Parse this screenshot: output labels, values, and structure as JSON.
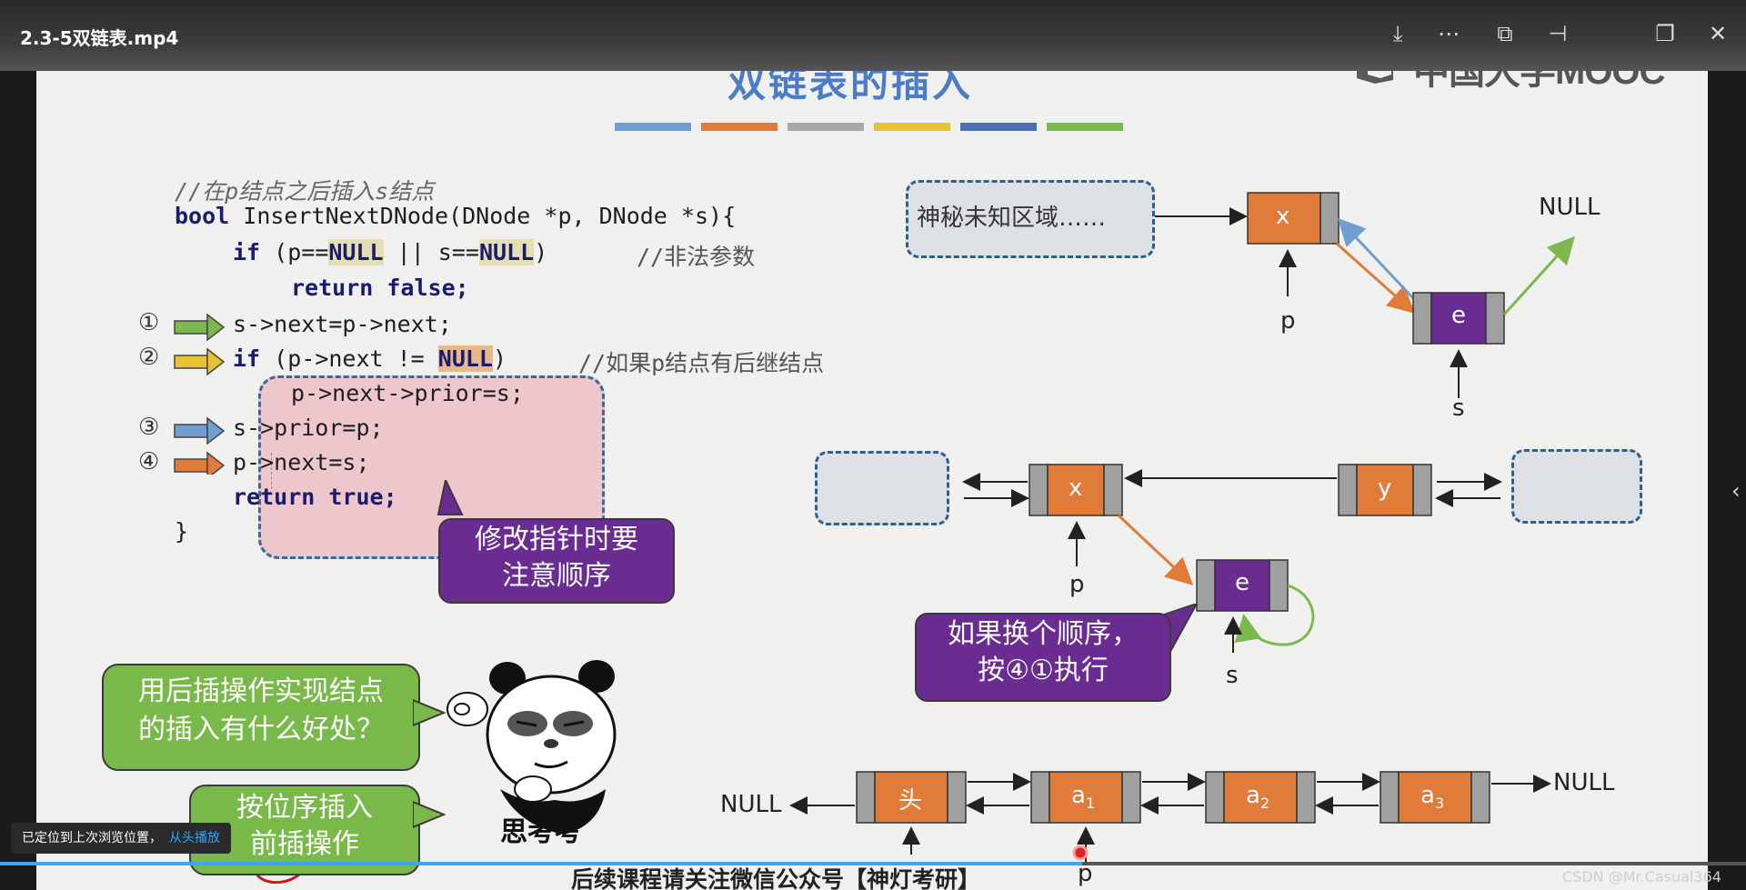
{
  "player": {
    "video_title": "2.3-5双链表.mp4",
    "controls": [
      "download-icon",
      "more-icon",
      "picture-in-picture-icon",
      "pin-icon",
      "restore-icon",
      "close-icon"
    ],
    "right_arrow": "‹",
    "toast_text": "已定位到上次浏览位置，",
    "toast_link": "从头播放",
    "progress_fraction": 0.62,
    "watermark": "CSDN @Mr.Casual364"
  },
  "slide": {
    "logo": "中国大学MOOC",
    "title": "双链表的插入",
    "color_bars": [
      "#6e9fd0",
      "#e07b3a",
      "#a9a9a9",
      "#e8c233",
      "#4a6fb3",
      "#7cb84e"
    ],
    "code": {
      "comment1": "//在p结点之后插入s结点",
      "line_sig_kw": "bool",
      "line_sig": " InsertNextDNode(DNode *p, DNode *s){",
      "line_if_kw": "if",
      "line_if_1": " (p==",
      "null1": "NULL",
      "line_if_2": " || s==",
      "null2": "NULL",
      "line_if_3": ")",
      "comment_illegal": "//非法参数",
      "line_return_false": "return false;",
      "step1": "s->next=p->next;",
      "step2_kw": "if",
      "step2_a": " (p->next != ",
      "null3": "NULL",
      "step2_b": ")",
      "comment_succ": "//如果p结点有后继结点",
      "step2_body": "p->next->prior=s;",
      "step3": "s->prior=p;",
      "step4": "p->next=s;",
      "line_return_true": "return true;",
      "close_brace": "}"
    },
    "step_numbers": [
      "①",
      "②",
      "③",
      "④"
    ],
    "bubble_order": [
      "修改指针时要",
      "注意顺序"
    ],
    "diagram1": {
      "unknown_region": "神秘未知区域……",
      "node_x": "x",
      "node_e": "e",
      "null_label": "NULL",
      "pointer_p": "p",
      "pointer_s": "s"
    },
    "diagram2": {
      "node_x": "x",
      "node_y": "y",
      "node_e": "e",
      "pointer_p": "p",
      "pointer_s": "s"
    },
    "bubble_swap": [
      "如果换个顺序，",
      "按④①执行"
    ],
    "bubble_question": [
      "用后插操作实现结点",
      "的插入有什么好处？"
    ],
    "bubble_answer": [
      "按位序插入",
      "前插操作"
    ],
    "panda_caption": "思考考",
    "diagram3": {
      "null_left": "NULL",
      "head": "头",
      "a1": "a",
      "a1_sub": "1",
      "a2": "a",
      "a2_sub": "2",
      "a3": "a",
      "a3_sub": "3",
      "null_right": "NULL",
      "pointer_p": "p"
    },
    "footer": "后续课程请关注微信公众号【神灯考研】"
  }
}
